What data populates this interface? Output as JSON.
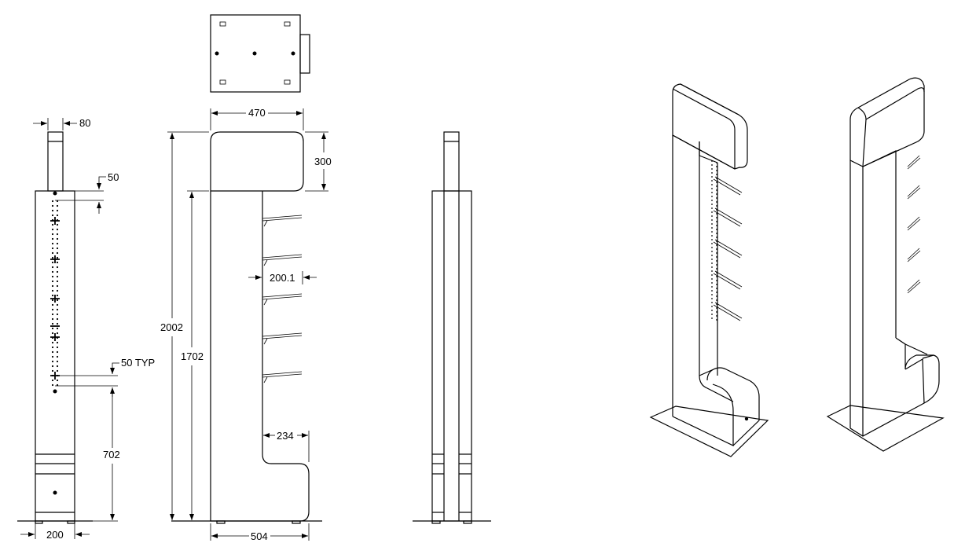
{
  "dimensions": {
    "top_width_80": "80",
    "hole_spacing_50": "50",
    "hole_spacing_typ": "50 TYP",
    "lower_height_702": "702",
    "base_width_200": "200",
    "header_width_470": "470",
    "header_height_300": "300",
    "overall_height_2002": "2002",
    "body_height_1702": "1702",
    "hook_length_200_1": "200.1",
    "lower_depth_234": "234",
    "overall_depth_504": "504"
  },
  "colors": {
    "line": "#000000",
    "background": "#ffffff"
  }
}
